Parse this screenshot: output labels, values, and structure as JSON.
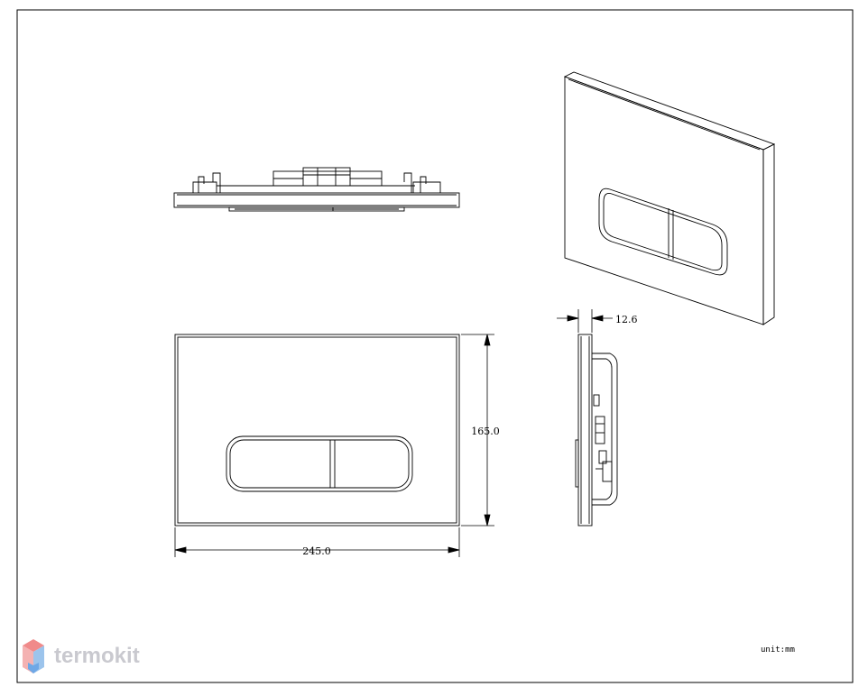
{
  "dimensions": {
    "width": "245.0",
    "height": "165.0",
    "depth": "12.6"
  },
  "unit_label": "unit:mm",
  "watermark": {
    "text": "termokit",
    "colors": {
      "top": "#f08a8a",
      "left": "#f4b2b2",
      "right": "#9cc4ec",
      "bottom": "#6fa8e6"
    }
  }
}
